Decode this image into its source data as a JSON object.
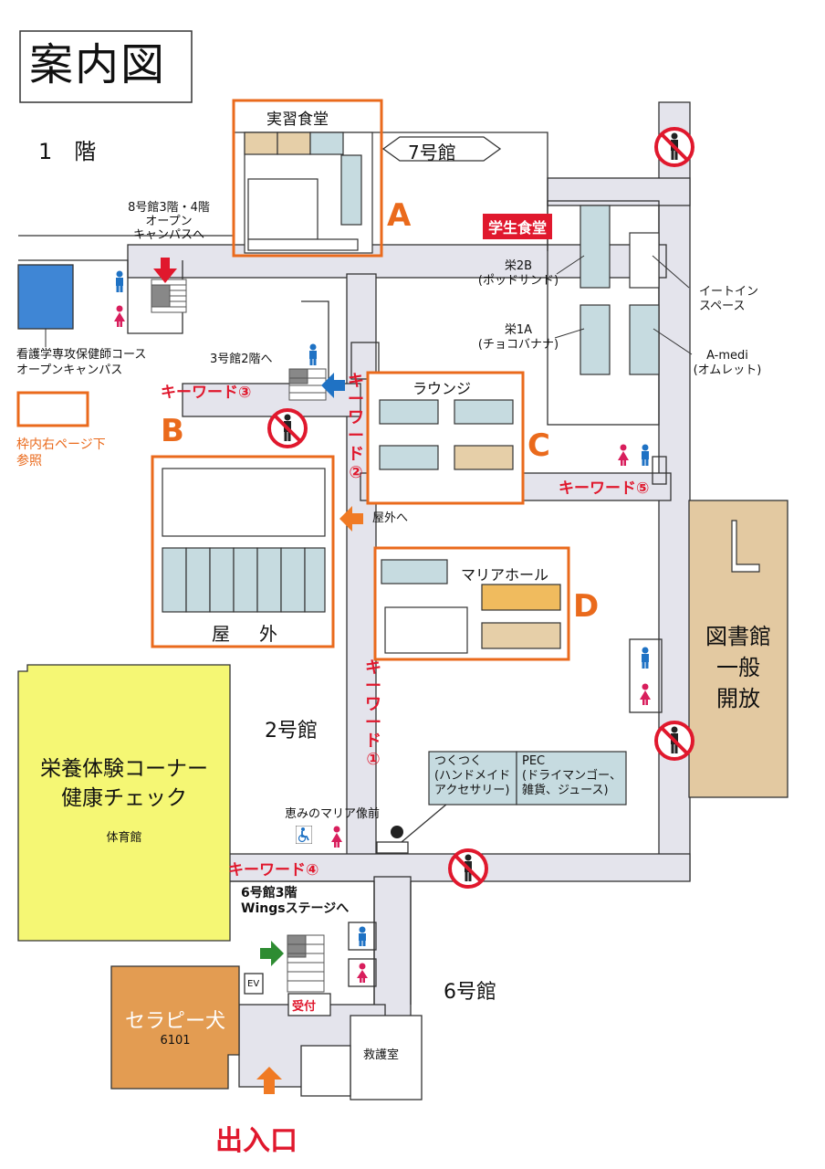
{
  "title": "案内図",
  "floor": "1　階",
  "buildings": {
    "b7": "7号館",
    "b2": "2号館",
    "b6": "6号館",
    "library": [
      "図書館",
      "一般",
      "開放"
    ]
  },
  "rooms": {
    "jisshu": "実習食堂",
    "gakusei": "学生食堂",
    "lounge": "ラウンジ",
    "maria_hall": "マリアホール",
    "outdoor": "屋　外",
    "eiyo": [
      "栄養体験コーナー",
      "健康チェック"
    ],
    "taiikukan": "体育館",
    "therapy": "セラピー犬",
    "therapy_no": "6101",
    "kyugoshitsu": "救護室",
    "uketsuke": "受付",
    "ev": "EV",
    "eatin": [
      "イートイン",
      "スペース"
    ],
    "amedi": [
      "A-medi",
      "(オムレット)"
    ],
    "sakae2b": [
      "栄2B",
      "(ポッドサンド)"
    ],
    "sakae1a": [
      "栄1A",
      "(チョコバナナ)"
    ],
    "tsukutsuku": [
      "つくつく",
      "(ハンドメイド",
      "アクセサリー)"
    ],
    "pec": [
      "PEC",
      "(ドライマンゴー、",
      "雑貨、ジュース)"
    ],
    "maria_statue": "恵みのマリア像前"
  },
  "directions": {
    "b8": [
      "8号館3階・4階",
      "オープン",
      "キャンパスへ"
    ],
    "b3": "3号館2階へ",
    "outside": "屋外へ",
    "b6": [
      "6号館3階",
      "Wingsステージへ"
    ],
    "nursing": [
      "看護学専攻保健師コース",
      "オープンキャンパス"
    ],
    "entrance": "出入口"
  },
  "legend": {
    "note": [
      "枠内右ページ下",
      "参照"
    ]
  },
  "zones": [
    "A",
    "B",
    "C",
    "D"
  ],
  "keywords": {
    "k1": "キーワード①",
    "k2": "キーワード②",
    "k3": "キーワード③",
    "k4": "キーワード④",
    "k5": "キーワード⑤"
  },
  "icons": [
    "no-pedestrian-icon",
    "restroom-male-icon",
    "restroom-female-icon",
    "wheelchair-icon",
    "stairs-icon",
    "arrow-icon"
  ],
  "colors": {
    "corridor": "#e4e4ec",
    "zone_frame": "#ea6a1c",
    "keyword": "#e0182d",
    "gakusei_bg": "#e0182d",
    "yellow_area": "#f5f774",
    "therapy_bg": "#e39c52",
    "library_bg": "#e3c9a1",
    "cell_blue": "#c6dbe0",
    "cell_tan": "#e6cfa8",
    "maria_orange": "#f0bb5e",
    "nursing_blue": "#3f86d5",
    "male_blue": "#1f72c4",
    "female_pink": "#d81e5c",
    "arrow_orange": "#f07a24",
    "arrow_red": "#e0182d",
    "arrow_blue": "#1f72c4",
    "arrow_green": "#2e8c32"
  }
}
